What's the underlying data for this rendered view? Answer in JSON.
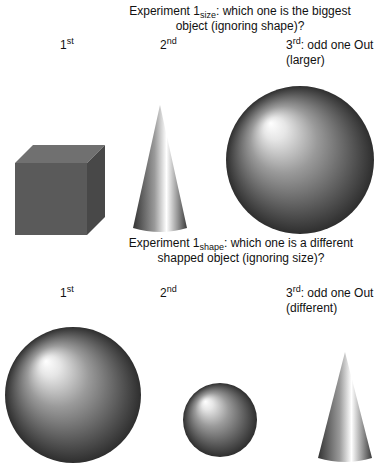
{
  "diagram": {
    "labels": [
      "Experiment 1",
      "size",
      ": which one is the biggest object (ignoring shape)?",
      "1",
      "st",
      "2",
      "nd",
      "3",
      "rd",
      ": odd one Out (larger)",
      "Experiment 1",
      "shape",
      ": which one is a different shapped object (ignoring size)?",
      "1",
      "st",
      "2",
      "nd",
      "3",
      "rd",
      ": odd one Out (different)"
    ]
  }
}
